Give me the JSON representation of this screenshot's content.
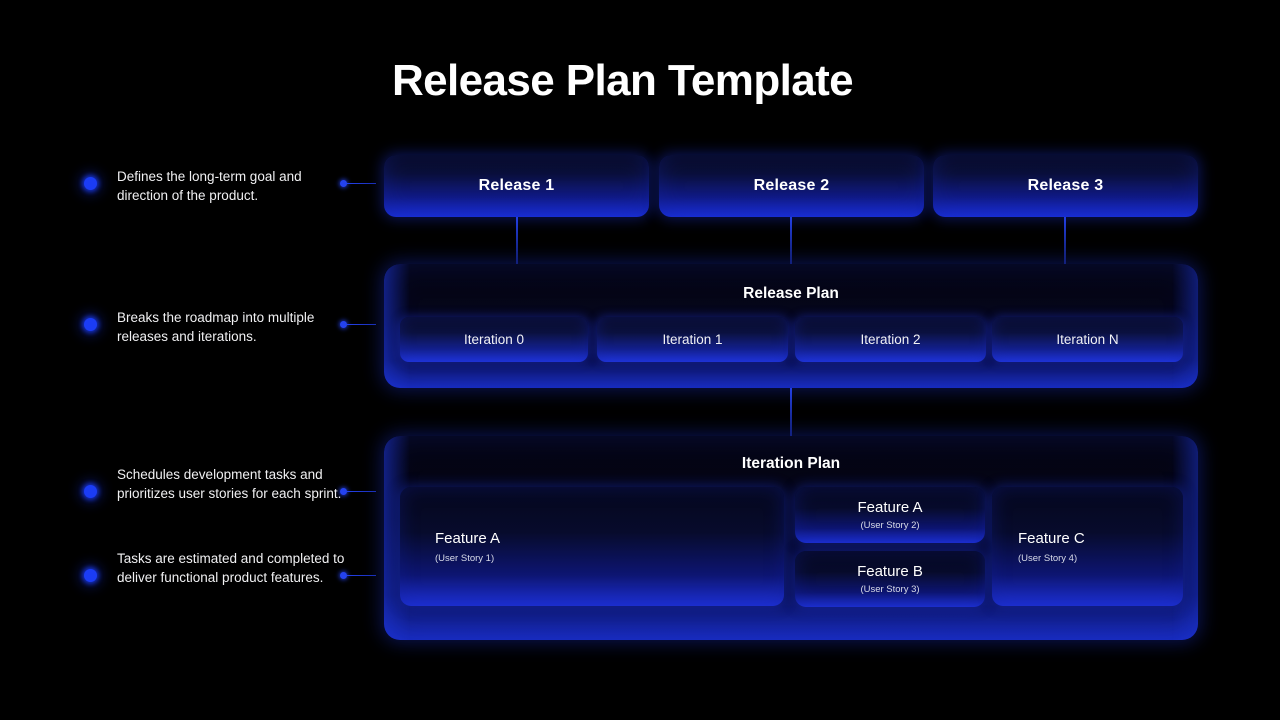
{
  "slide": {
    "title": "Release Plan Template",
    "background_color": "#000000",
    "accent_color": "#1b3cf5"
  },
  "annotations": [
    {
      "id": "annotation-0",
      "text": "Defines the long-term goal and direction of the product."
    },
    {
      "id": "annotation-1",
      "text": "Breaks the roadmap into multiple releases and iterations."
    },
    {
      "id": "annotation-2",
      "text": "Schedules development tasks and prioritizes user stories for each sprint."
    },
    {
      "id": "annotation-3",
      "text": "Tasks are estimated and completed to deliver functional product features."
    }
  ],
  "releases": [
    {
      "label": "Release 1"
    },
    {
      "label": "Release 2"
    },
    {
      "label": "Release 3"
    }
  ],
  "release_plan": {
    "title": "Release  Plan",
    "iterations": [
      {
        "label": "Iteration 0"
      },
      {
        "label": "Iteration 1"
      },
      {
        "label": "Iteration 2"
      },
      {
        "label": "Iteration N"
      }
    ]
  },
  "iteration_plan": {
    "title": "Iteration  Plan",
    "features": [
      {
        "name": "Feature A",
        "story": "(User Story 1)"
      },
      {
        "name": "Feature A",
        "story": "(User Story 2)"
      },
      {
        "name": "Feature B",
        "story": "(User Story 3)"
      },
      {
        "name": "Feature C",
        "story": "(User Story 4)"
      }
    ]
  }
}
